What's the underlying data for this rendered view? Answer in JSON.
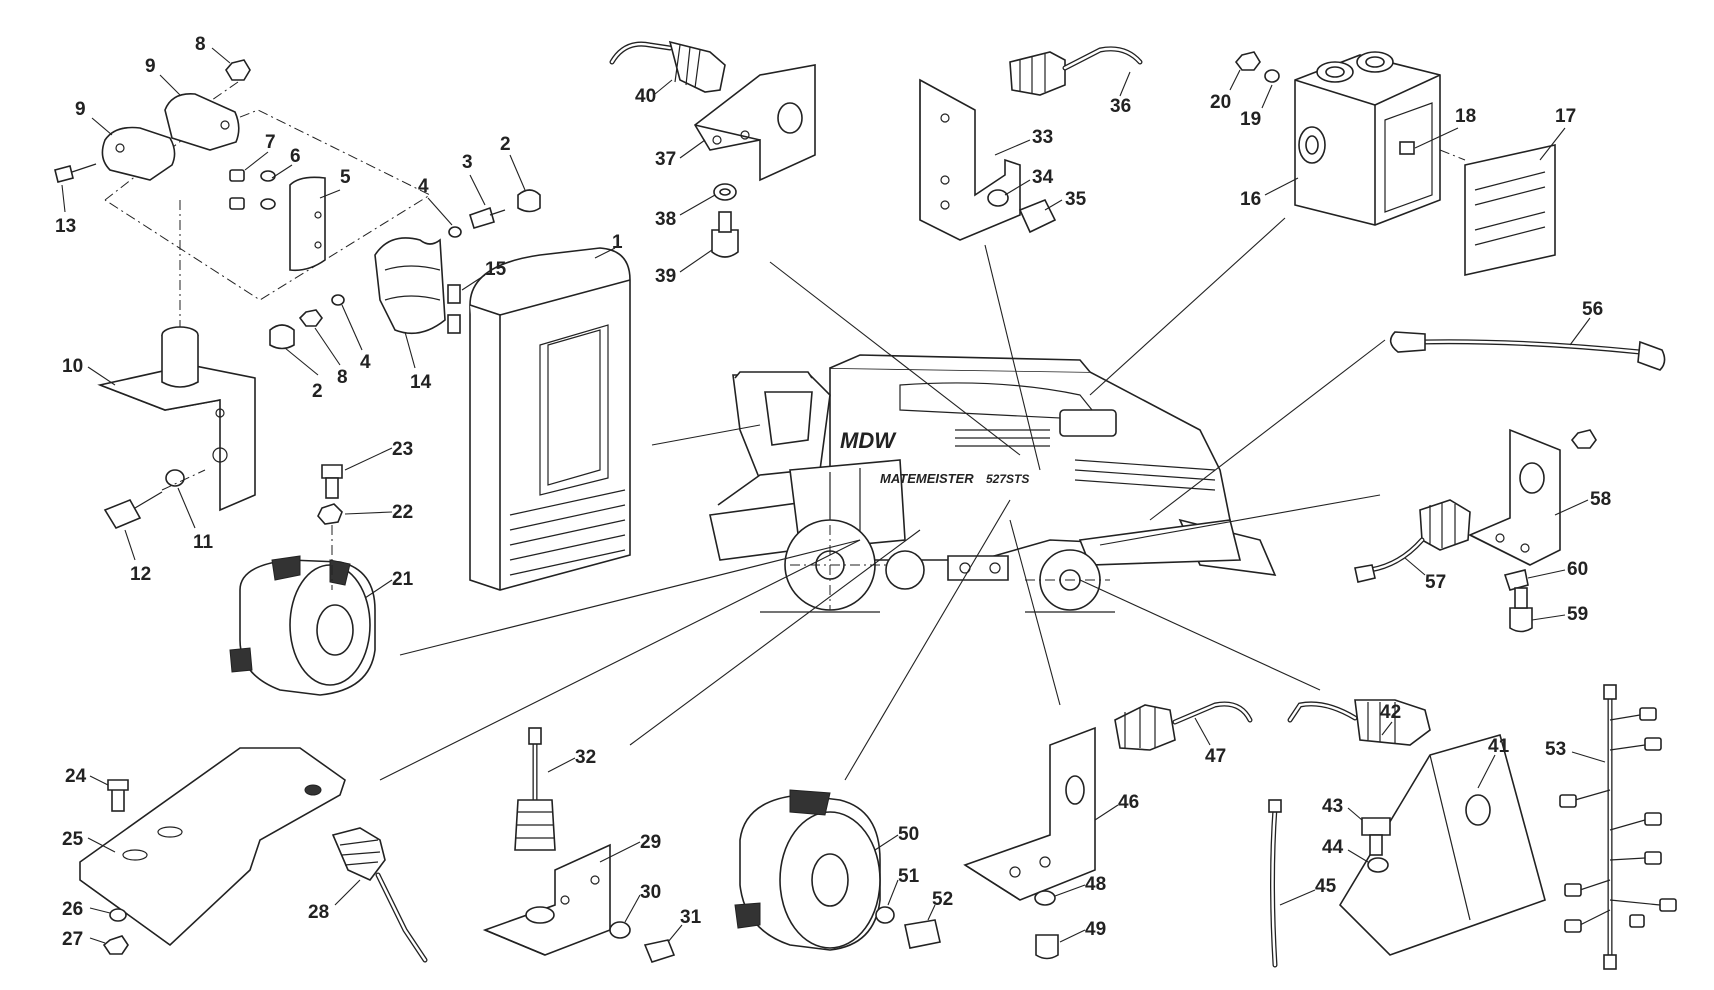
{
  "diagram": {
    "brand_logo": "MDW",
    "model_name": "MATEMEISTER",
    "model_number": "527STS",
    "labels": [
      "1",
      "2",
      "2",
      "3",
      "4",
      "4",
      "5",
      "6",
      "7",
      "8",
      "8",
      "9",
      "9",
      "10",
      "11",
      "12",
      "13",
      "14",
      "15",
      "16",
      "17",
      "18",
      "19",
      "20",
      "21",
      "22",
      "23",
      "24",
      "25",
      "26",
      "27",
      "28",
      "29",
      "30",
      "31",
      "32",
      "33",
      "34",
      "35",
      "36",
      "37",
      "38",
      "39",
      "40",
      "41",
      "42",
      "43",
      "44",
      "45",
      "46",
      "47",
      "48",
      "49",
      "50",
      "51",
      "52",
      "53",
      "56",
      "57",
      "58",
      "59",
      "60"
    ]
  }
}
